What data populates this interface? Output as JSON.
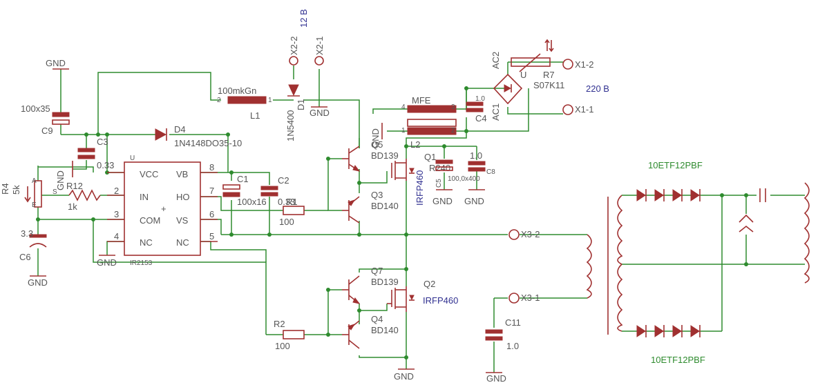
{
  "labels": {
    "gnd": "GND",
    "v12": "12 В",
    "v220": "220 В",
    "x22": "X2-2",
    "x21": "X2-1",
    "x12": "X1-2",
    "x11": "X1-1",
    "x32": "X3-2",
    "x31": "X3-1",
    "l1_value": "100mkGn",
    "l1_name": "L1",
    "d1_name": "D1",
    "d1_value": "1N5400",
    "d4_name": "D4",
    "d4_value": "1N4148DO35-10",
    "c9_value": "100x35",
    "c9_name": "C9",
    "c3_name": "C3",
    "c3_value": "0.33",
    "r4_name": "R4",
    "r4_value": "5k",
    "r12_name": "R12",
    "r12_value": "1k",
    "c6_value": "3.3",
    "c6_name": "C6",
    "ic_name": "IR2153",
    "ic_ref": "U",
    "pin_vcc": "VCC",
    "pin_in": "IN",
    "pin_com": "COM",
    "pin_nc": "NC",
    "pin_vb": "VB",
    "pin_ho": "HO",
    "pin_vs": "VS",
    "pin_nc2": "NC",
    "c1_name": "C1",
    "c1_value": "100x16",
    "c2_name": "C2",
    "c2_value": "0.33",
    "r1_name": "R1",
    "r1_value": "100",
    "r2_name": "R2",
    "r2_value": "100",
    "q5_name": "Q5",
    "q5_value": "BD139",
    "q3_name": "Q3",
    "q3_value": "BD140",
    "q7_name": "Q7",
    "q7_value": "BD139",
    "q4_name": "Q4",
    "q4_value": "BD140",
    "q1_name": "Q1",
    "q1_value": "IRFP460",
    "q2_name": "Q2",
    "q2_value": "IRFP460",
    "mfe_name": "MFE",
    "mfe_ref": "L2",
    "c4_name": "C4",
    "c4_value": "1.0",
    "c5_name": "C5",
    "c5_value": "100,0x400",
    "c8_name": "C8",
    "c8_value": "1.0",
    "r240": "R240",
    "r7_name": "R7",
    "r7_value": "S07K11",
    "ac1": "AC1",
    "ac2": "AC2",
    "u_label": "U",
    "c11_name": "C11",
    "c11_value": "1.0",
    "etf_top": "10ETF12PBF",
    "etf_bottom": "10ETF12PBF",
    "p1": "1",
    "p2": "2",
    "p3": "3",
    "p4": "4",
    "p5": "5",
    "p6": "6",
    "p7": "7",
    "p8": "8",
    "pin_a": "A",
    "pin_e": "E",
    "pin_s": "S"
  }
}
